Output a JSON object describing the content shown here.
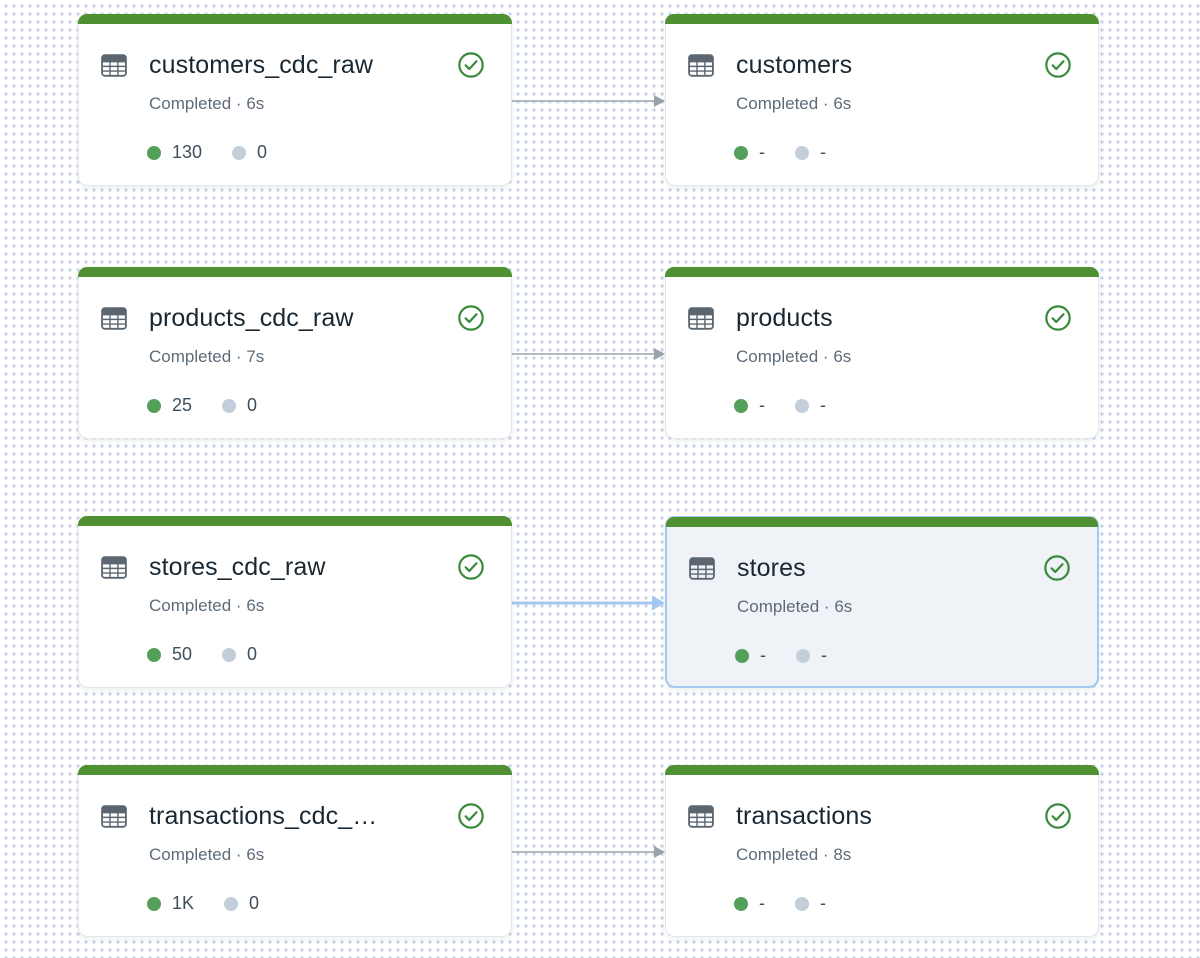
{
  "colors": {
    "node_top_bar": "#4e9032",
    "check_icon": "#3a8a3c",
    "metric_green_dot": "#54a05a",
    "metric_gray_dot": "#c4cedb",
    "edge_gray": "#99a3ac",
    "edge_selected_blue": "#a5c8f1",
    "selected_node_border": "#a5c8f1",
    "selected_node_bg": "#eff2f6",
    "canvas_grid_dot": "#c9d4e7"
  },
  "graph": {
    "nodes": [
      {
        "title": "customers_cdc_raw",
        "status": "Completed · 6s",
        "metric_green": "130",
        "metric_gray": "0",
        "row": 0,
        "col": 0,
        "selected": false,
        "icon": "table-icon",
        "status_icon": "check-circle-icon"
      },
      {
        "title": "customers",
        "status": "Completed · 6s",
        "metric_green": "-",
        "metric_gray": "-",
        "row": 0,
        "col": 1,
        "selected": false,
        "icon": "table-icon",
        "status_icon": "check-circle-icon"
      },
      {
        "title": "products_cdc_raw",
        "status": "Completed · 7s",
        "metric_green": "25",
        "metric_gray": "0",
        "row": 1,
        "col": 0,
        "selected": false,
        "icon": "table-icon",
        "status_icon": "check-circle-icon"
      },
      {
        "title": "products",
        "status": "Completed · 6s",
        "metric_green": "-",
        "metric_gray": "-",
        "row": 1,
        "col": 1,
        "selected": false,
        "icon": "table-icon",
        "status_icon": "check-circle-icon"
      },
      {
        "title": "stores_cdc_raw",
        "status": "Completed · 6s",
        "metric_green": "50",
        "metric_gray": "0",
        "row": 2,
        "col": 0,
        "selected": false,
        "icon": "table-icon",
        "status_icon": "check-circle-icon"
      },
      {
        "title": "stores",
        "status": "Completed · 6s",
        "metric_green": "-",
        "metric_gray": "-",
        "row": 2,
        "col": 1,
        "selected": true,
        "icon": "table-icon",
        "status_icon": "check-circle-icon"
      },
      {
        "title": "transactions_cdc_…",
        "status": "Completed · 6s",
        "metric_green": "1K",
        "metric_gray": "0",
        "row": 3,
        "col": 0,
        "selected": false,
        "icon": "table-icon",
        "status_icon": "check-circle-icon"
      },
      {
        "title": "transactions",
        "status": "Completed · 8s",
        "metric_green": "-",
        "metric_gray": "-",
        "row": 3,
        "col": 1,
        "selected": false,
        "icon": "table-icon",
        "status_icon": "check-circle-icon"
      }
    ],
    "edges": [
      {
        "from": "customers_cdc_raw",
        "to": "customers",
        "selected": false
      },
      {
        "from": "products_cdc_raw",
        "to": "products",
        "selected": false
      },
      {
        "from": "stores_cdc_raw",
        "to": "stores",
        "selected": true
      },
      {
        "from": "transactions_cdc_…",
        "to": "transactions",
        "selected": false
      }
    ]
  }
}
